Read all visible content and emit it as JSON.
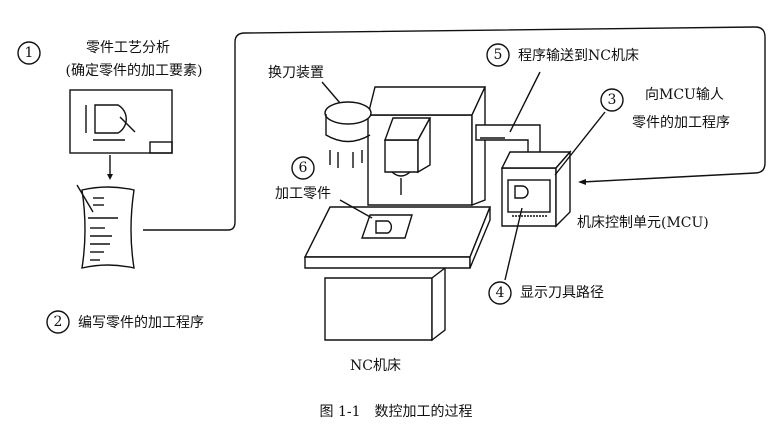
{
  "steps": {
    "s1": {
      "num": "1",
      "title": "零件工艺分析",
      "subtitle": "(确定零件的加工要素)"
    },
    "s2": {
      "num": "2",
      "label": "编写零件的加工程序"
    },
    "s3": {
      "num": "3",
      "line1": "向MCU输人",
      "line2": "零件的加工程序"
    },
    "s4": {
      "num": "4",
      "label": "显示刀具路径"
    },
    "s5": {
      "num": "5",
      "label": "程序输送到NC机床"
    },
    "s6": {
      "num": "6",
      "label": "加工零件"
    }
  },
  "labels": {
    "tool_changer": "换刀装置",
    "mcu": "机床控制单元(MCU)",
    "nc_machine": "NC机床"
  },
  "caption": "图 1-1　数控加工的过程"
}
